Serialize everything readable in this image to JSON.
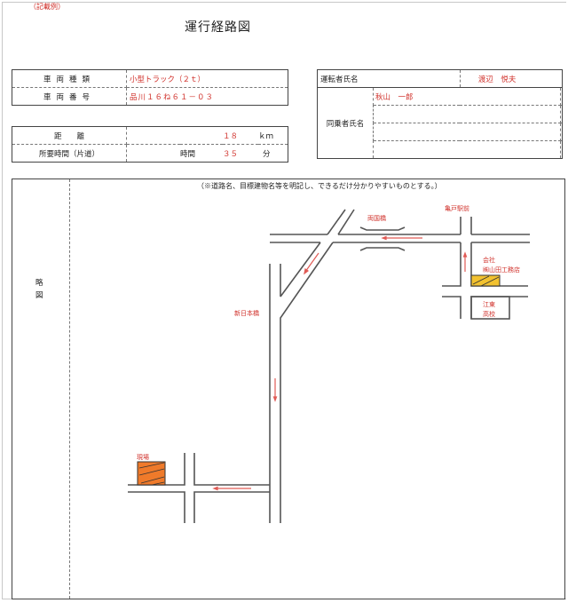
{
  "header": {
    "example_note": "（記載例）",
    "title": "運行経路図"
  },
  "vehicle": {
    "type_label": "車両種類",
    "type_value": "小型トラック（２ｔ）",
    "number_label": "車両番号",
    "number_value": "品川１６ね６１－０３"
  },
  "trip": {
    "distance_label": "距　　離",
    "distance_value": "１８",
    "distance_unit": "ｋｍ",
    "time_label": "所要時間（片道）",
    "time_hours_label": "時間",
    "time_minutes_value": "３５",
    "time_minutes_unit": "分"
  },
  "crew": {
    "driver_label": "運転者氏名",
    "driver_name": "渡辺　悦夫",
    "passenger_label": "同乗者氏名",
    "passengers": [
      "秋山　一郎",
      "",
      "",
      "",
      "",
      "",
      "",
      ""
    ]
  },
  "map": {
    "side_label_1": "略",
    "side_label_2": "図",
    "note": "（※道路名、目標建物名等を明記し、できるだけ分かりやすいものとする。）",
    "labels": {
      "ryogoku_bridge": "両国橋",
      "kameido_station": "亀戸駅前",
      "company_1": "会社",
      "company_2": "㈱山田工務店",
      "school_1": "江東",
      "school_2": "高校",
      "shin_nihonbashi": "新日本橋",
      "site": "現場"
    },
    "colors": {
      "road": "#555555",
      "route_arrow": "#e05a55",
      "company_fill": "#f2c230",
      "site_fill": "#ef7a2a",
      "label": "#d0302a"
    }
  }
}
